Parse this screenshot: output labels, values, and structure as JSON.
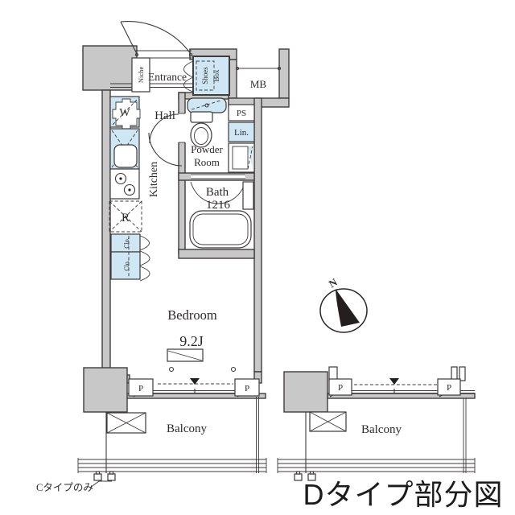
{
  "type": "floor_plan",
  "colors": {
    "wall": "#c8c8c9",
    "fixture_blue": "#cfe7f4",
    "line": "#3d3938",
    "text": "#2e2a29"
  },
  "unit": {
    "entrance": "Entrance",
    "niche": "Niche",
    "shoes_box_line1": "Shoes",
    "shoes_box_line2": "Box",
    "meter_box": "MB",
    "hall": "Hall",
    "washer": "W",
    "kitchen": "Kitchen",
    "pipe_space": "PS",
    "linen": "Lin.",
    "powder_line1": "Powder",
    "powder_line2": "Room",
    "bath": "Bath",
    "bath_size": "1216",
    "fridge": "R",
    "closet": "Clo.",
    "bedroom": "Bedroom",
    "bedroom_size": "9.2J",
    "pillar": "P",
    "balcony": "Balcony"
  },
  "compass": {
    "north": "N"
  },
  "notes": {
    "c_type_only": "Cタイプのみ"
  },
  "d_partial": {
    "balcony": "Balcony",
    "pillar": "P",
    "caption": "Dタイプ部分図"
  }
}
